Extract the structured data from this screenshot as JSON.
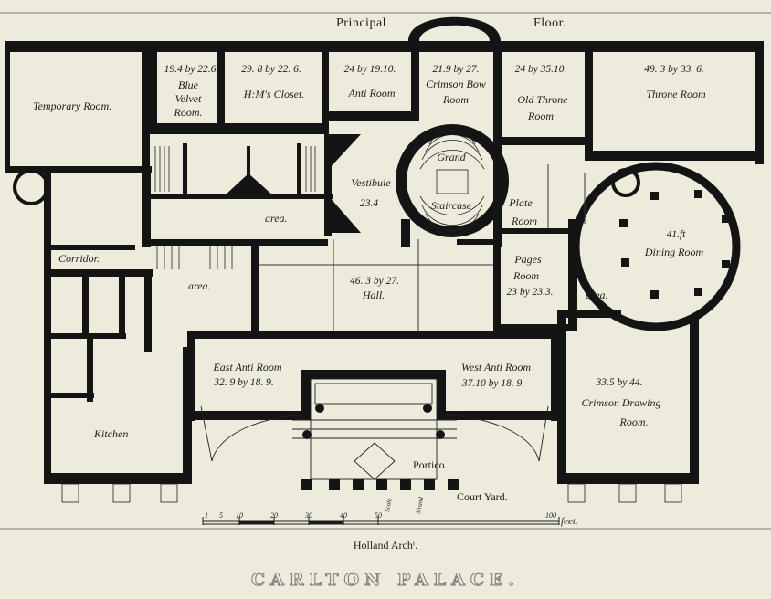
{
  "title": "CARLTON PALACE.",
  "architect": "Holland Archᵗ.",
  "floor_title": [
    "Principal",
    "Floor."
  ],
  "rooms": {
    "temporary": "Temporary Room.",
    "blue_velvet_dims": "19.4 by 22.6",
    "blue_velvet": [
      "Blue",
      "Velvet",
      "Room."
    ],
    "hms_closet_dims": "29. 8 by 22. 6.",
    "hms_closet": "H:M's Closet.",
    "anti_dims": "24 by 19.10.",
    "anti": "Anti Room",
    "crimson_bow_dims": "21.9 by 27.",
    "crimson_bow": [
      "Crimson Bow",
      "Room"
    ],
    "old_throne_dims": "24 by 35.10.",
    "old_throne": [
      "Old Throne",
      "Room"
    ],
    "throne_dims": "49. 3 by 33. 6.",
    "throne": "Throne Room",
    "vestibule": "Vestibule",
    "vestibule_dims": "23.4",
    "grand_staircase": [
      "Grand",
      "Staircase"
    ],
    "plate": [
      "Plate",
      "Room"
    ],
    "dining_dims": "41.ft",
    "dining": "Dining Room",
    "area": "area.",
    "corridor": "Corridor.",
    "hall_dims": "46. 3 by 27.",
    "hall": "Hall.",
    "pages": [
      "Pages",
      "Room",
      "23 by 23.3."
    ],
    "east_anti": [
      "East Anti Room",
      "32. 9 by 18. 9."
    ],
    "west_anti": [
      "West Anti Room",
      "37.10 by 18. 9."
    ],
    "crimson_drawing_dims": "33.5 by 44.",
    "crimson_drawing": [
      "Crimson Drawing",
      "Room."
    ],
    "kitchen": "Kitchen",
    "portico": "Portico.",
    "court_yard": "Court Yard."
  },
  "scale": {
    "ticks": [
      "1",
      "5",
      "10",
      "20",
      "30",
      "40",
      "50",
      "100"
    ],
    "unit": "feet."
  },
  "small_annotations": [
    "Strand",
    "Scale"
  ]
}
